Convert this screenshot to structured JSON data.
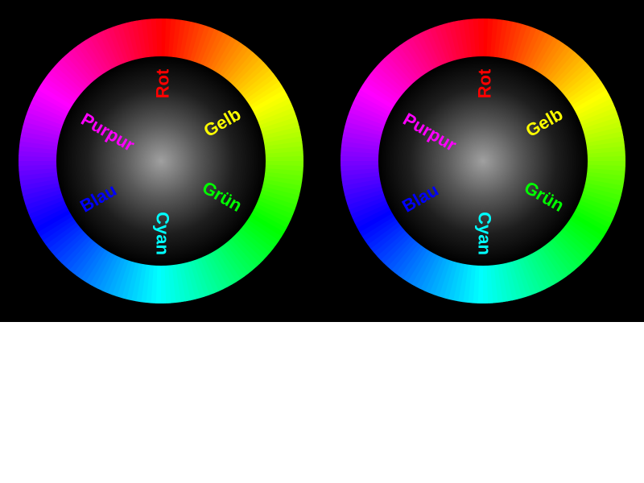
{
  "wheels": [
    {
      "labels": [
        {
          "text": "Rot",
          "color": "#ff0000"
        },
        {
          "text": "Gelb",
          "color": "#ffff00"
        },
        {
          "text": "Grün",
          "color": "#00ff00"
        },
        {
          "text": "Cyan",
          "color": "#00ffff"
        },
        {
          "text": "Blau",
          "color": "#0000ff"
        },
        {
          "text": "Purpur",
          "color": "#ff00ff"
        }
      ]
    },
    {
      "labels": [
        {
          "text": "Rot",
          "color": "#ff0000"
        },
        {
          "text": "Gelb",
          "color": "#ffff00"
        },
        {
          "text": "Grün",
          "color": "#00ff00"
        },
        {
          "text": "Cyan",
          "color": "#00ffff"
        },
        {
          "text": "Blau",
          "color": "#0000ff"
        },
        {
          "text": "Purpur",
          "color": "#ff00ff"
        }
      ]
    }
  ],
  "colors": {
    "background_top": "#000000",
    "background_bottom": "#ffffff",
    "center_glow": "#a0a0a0"
  }
}
